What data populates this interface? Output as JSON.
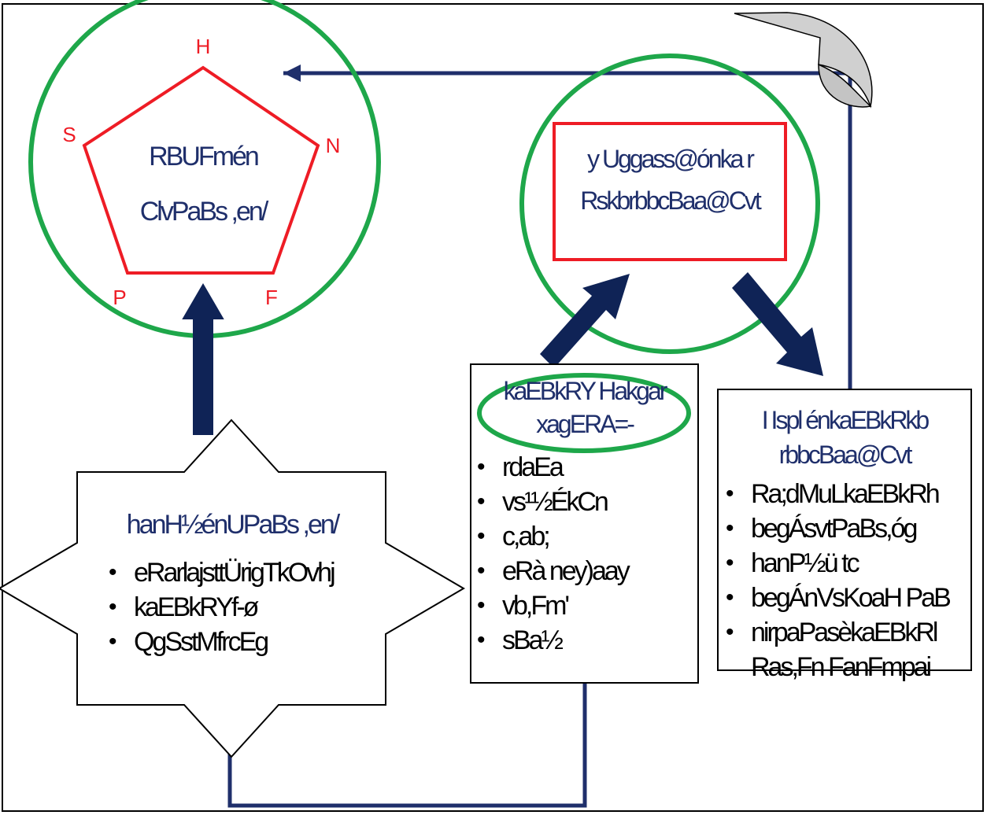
{
  "pentagon_vertices": [
    "H",
    "N",
    "F",
    "P",
    "S"
  ],
  "pentagon_text": [
    "RBUFmén",
    "ClvPaBs ,en/"
  ],
  "top_right_text": [
    "y Uggass@ónka r",
    "RskbrbbcBaa@Cvt"
  ],
  "star": {
    "title": "hanH½énUPaBs ,en/",
    "bullets": [
      "eRarlajsttÜrigTkOvhj",
      "kaEBkRYf-ø",
      "QgSstMfrcEg"
    ]
  },
  "middle_box": {
    "heading": [
      "kaEBkRY Hakgar",
      "xagERA=-"
    ],
    "bullets": [
      "rdaEa",
      "vs¹½ÉkCn",
      "c,ab;",
      "eRà ney)aay",
      "vb,Fm'",
      "sBa½"
    ]
  },
  "right_box": {
    "heading": [
      "I Ispl énkaEBkRkb",
      "rbbcBaa@Cvt"
    ],
    "bullets": [
      "Ra;dMuLkaEBkRh",
      "begÁsvtPaBs,óg",
      "hanP½ü tc",
      "begÁnVsKoaH PaB",
      "nirpaPasèkaEBkRl"
    ],
    "last_line": "Ras,Fn FanFmpai"
  },
  "colors": {
    "navy": "#1f2f6b",
    "red": "#ee1c25",
    "green": "#1ea74a",
    "grey": "#c8c8c8"
  }
}
